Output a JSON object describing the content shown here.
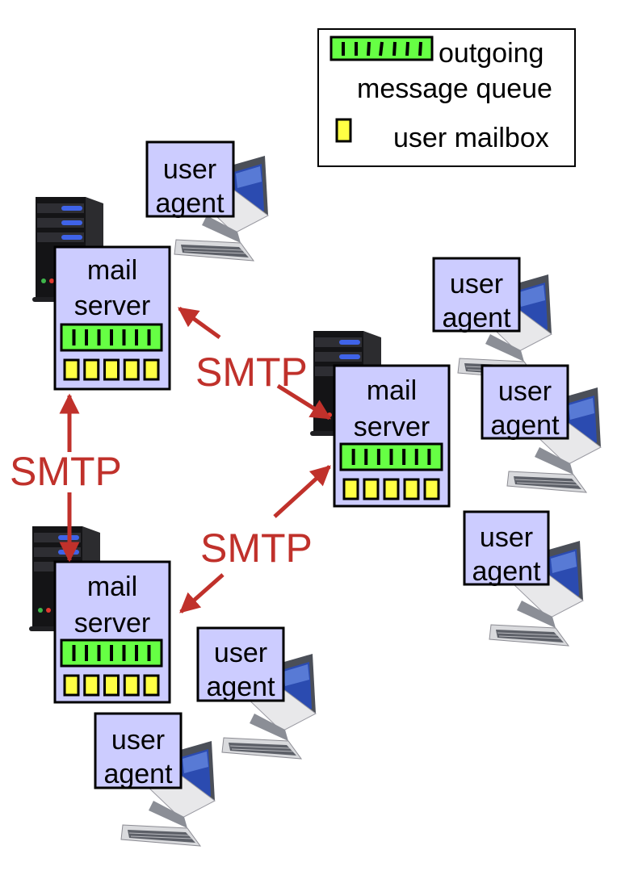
{
  "legend": {
    "queue_label_line1": "outgoing",
    "queue_label_line2": "message queue",
    "mailbox_label": "user mailbox"
  },
  "servers": [
    {
      "id": "left-top",
      "label_line1": "mail",
      "label_line2": "server",
      "queue_slots": 7,
      "mailbox_count": 5
    },
    {
      "id": "right",
      "label_line1": "mail",
      "label_line2": "server",
      "queue_slots": 7,
      "mailbox_count": 5
    },
    {
      "id": "left-bottom",
      "label_line1": "mail",
      "label_line2": "server",
      "queue_slots": 7,
      "mailbox_count": 5
    }
  ],
  "user_agents": [
    {
      "id": "ua-top",
      "line1": "user",
      "line2": "agent"
    },
    {
      "id": "ua-right-1",
      "line1": "user",
      "line2": "agent"
    },
    {
      "id": "ua-right-2",
      "line1": "user",
      "line2": "agent"
    },
    {
      "id": "ua-right-3",
      "line1": "user",
      "line2": "agent"
    },
    {
      "id": "ua-bottom-1",
      "line1": "user",
      "line2": "agent"
    },
    {
      "id": "ua-bottom-2",
      "line1": "user",
      "line2": "agent"
    }
  ],
  "links": [
    {
      "id": "smtp-top-right",
      "label": "SMTP"
    },
    {
      "id": "smtp-vertical",
      "label": "SMTP"
    },
    {
      "id": "smtp-bottom-right",
      "label": "SMTP"
    }
  ],
  "colors": {
    "box_fill": "#ccccff",
    "queue_fill": "#66ff44",
    "mailbox_fill": "#ffff44",
    "arrow": "#c0312b"
  }
}
